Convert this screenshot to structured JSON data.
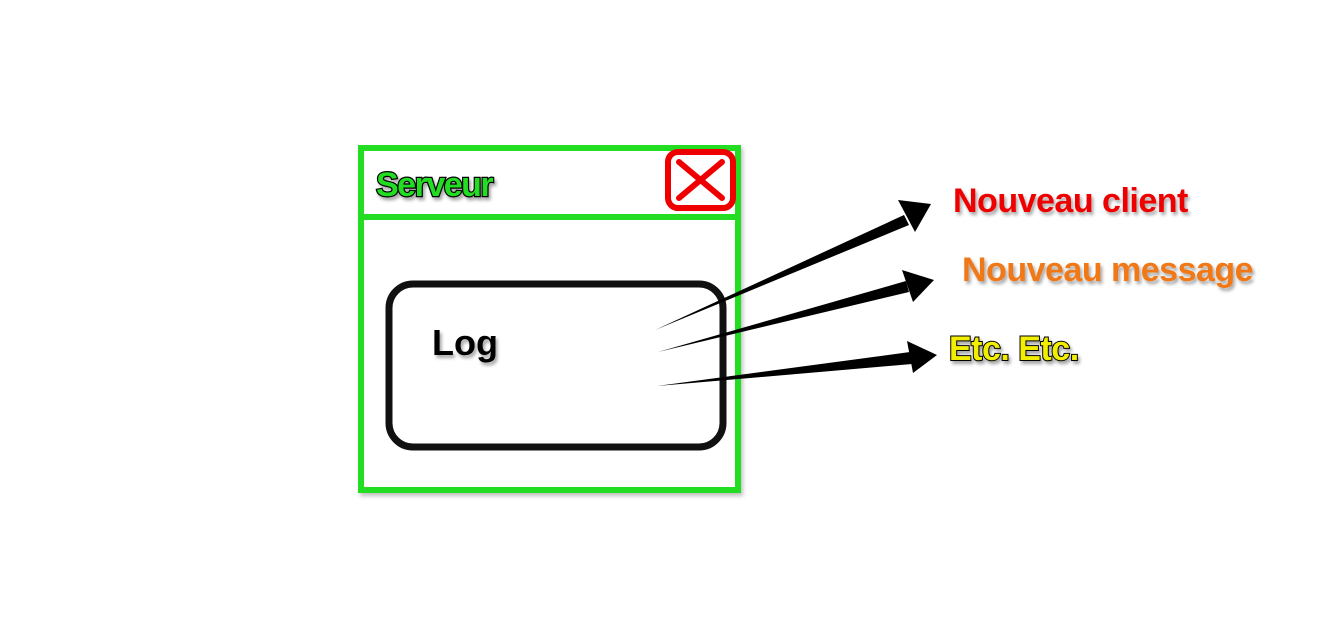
{
  "window": {
    "title": "Serveur",
    "border_color": "#22dd22",
    "title_color": "#22dd22",
    "close_icon": "close-icon",
    "close_icon_color": "#ee0000"
  },
  "log_panel": {
    "label": "Log"
  },
  "events": [
    {
      "label": "Nouveau client",
      "color": "#ee0000"
    },
    {
      "label": "Nouveau message",
      "color": "#f07818"
    },
    {
      "label": "Etc. Etc.",
      "color": "#f2ee00"
    }
  ]
}
